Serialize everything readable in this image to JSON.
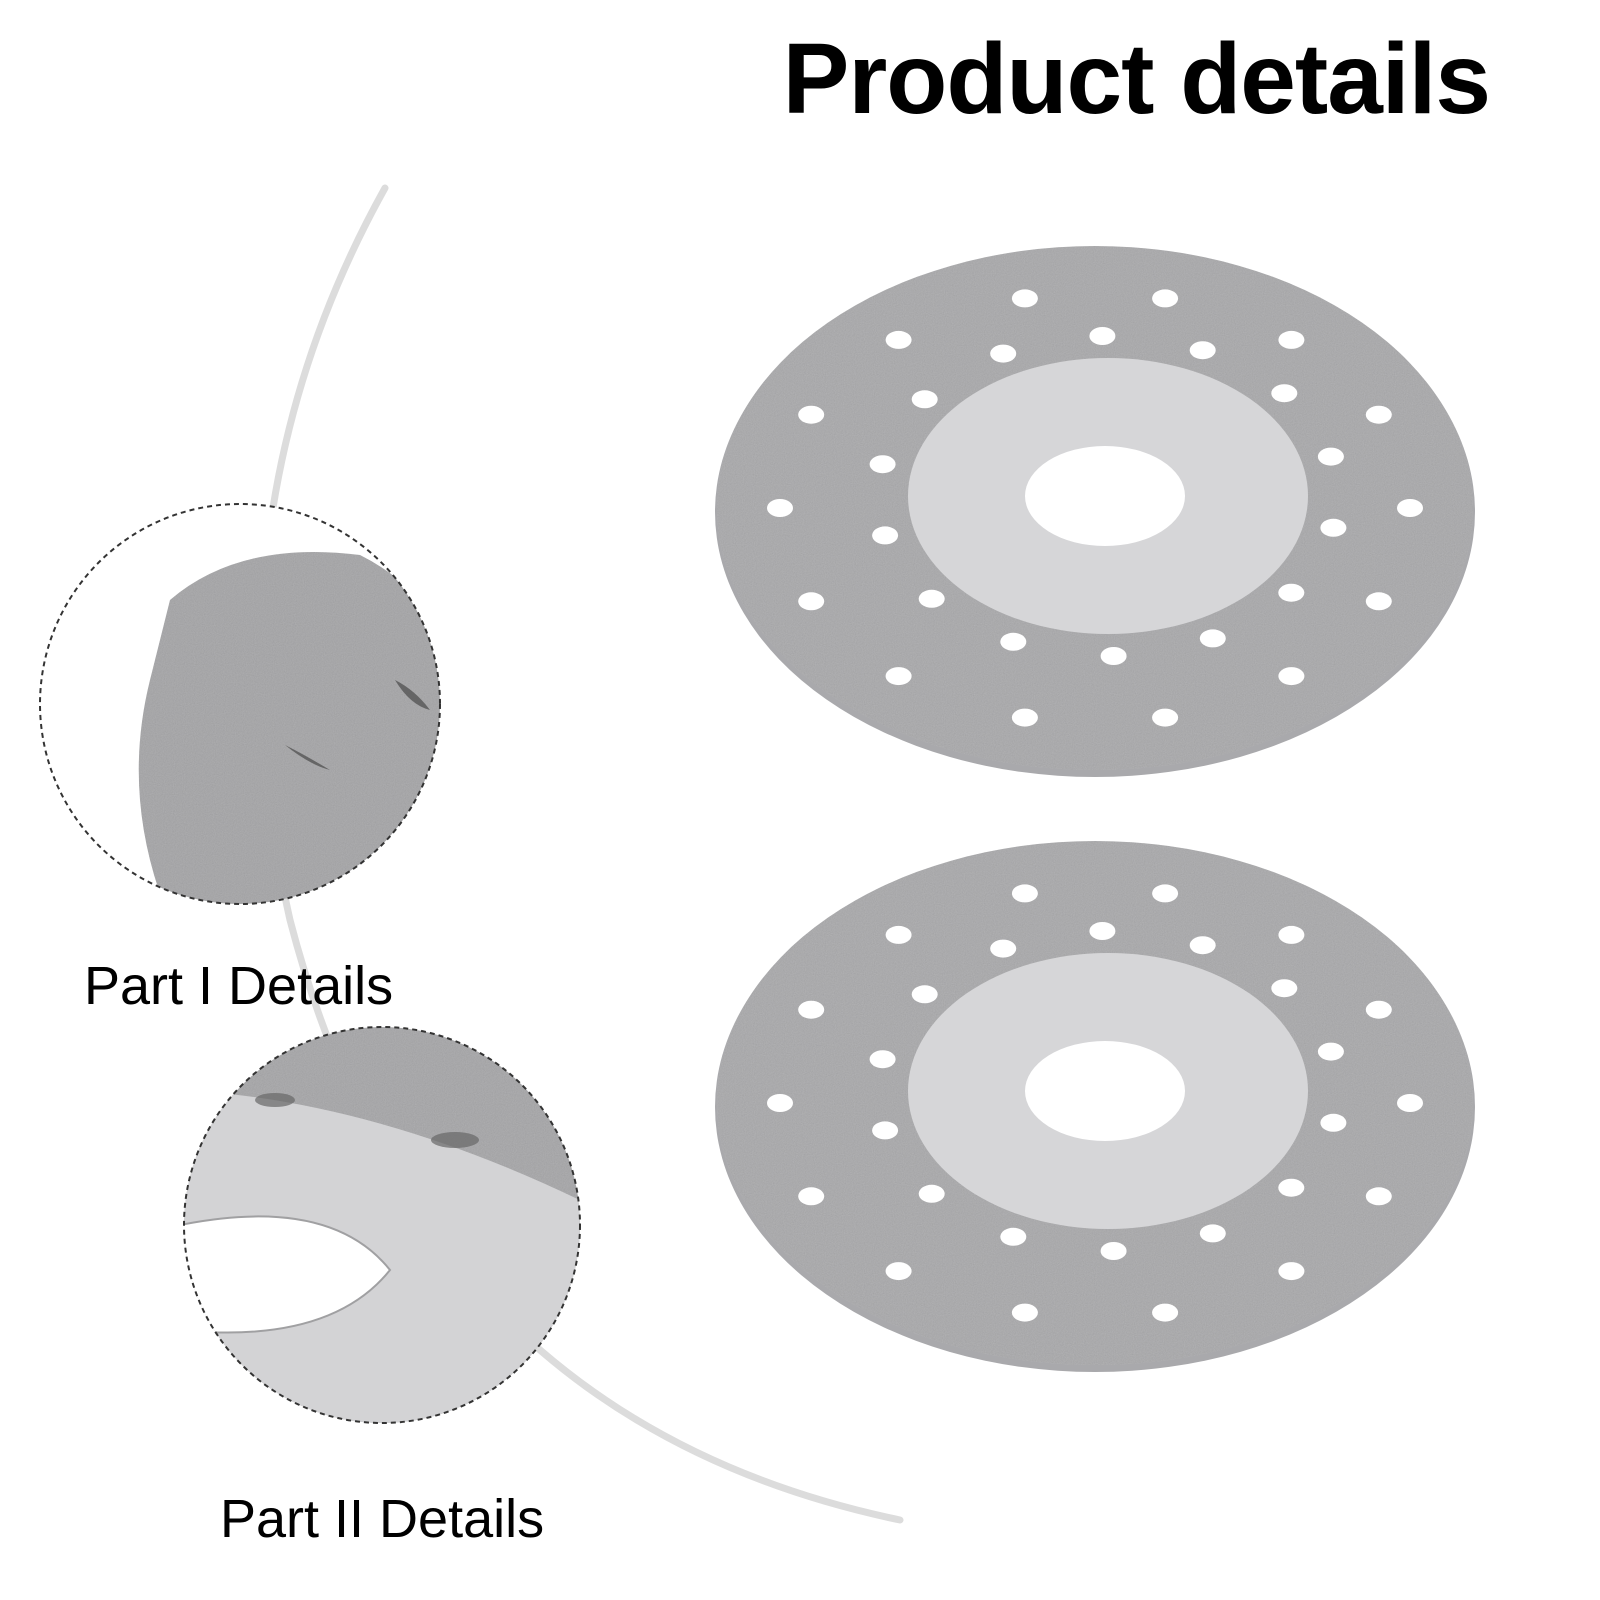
{
  "header": {
    "title": "Product details"
  },
  "details": [
    {
      "label": "Part I Details"
    },
    {
      "label": "Part II Details"
    }
  ],
  "colors": {
    "disc_abrasive": "#b4b4b6",
    "disc_hub": "#d4d4d6",
    "background": "#ffffff",
    "arc": "#dadada"
  }
}
